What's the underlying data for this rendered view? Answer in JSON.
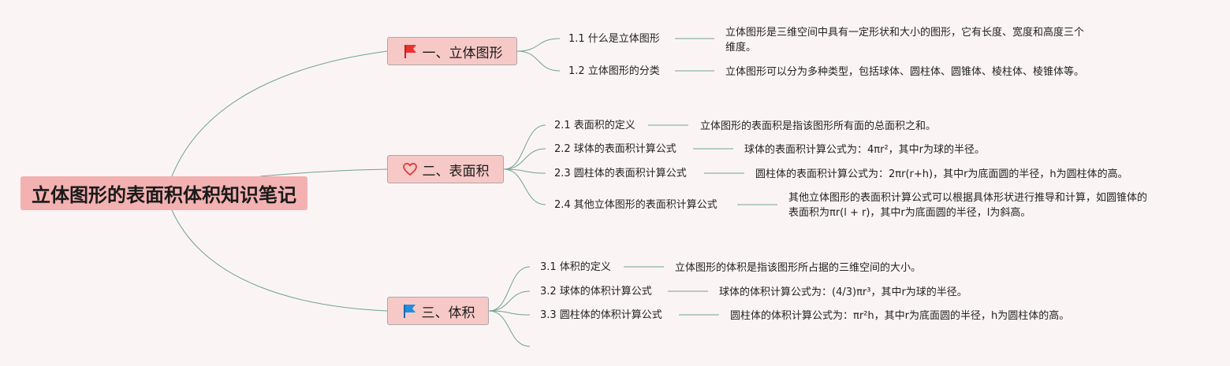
{
  "mindmap": {
    "root": {
      "title": "立体图形的表面积体积知识笔记"
    },
    "branches": [
      {
        "title": "一、立体图形",
        "icon": "red-flag-icon",
        "color": "#e8322e",
        "items": [
          {
            "topic": "1.1 什么是立体图形",
            "desc_lines": [
              "立体图形是三维空间中具有一定形状和大小的图形，它有长度、宽度和高度三个",
              "维度。"
            ]
          },
          {
            "topic": "1.2 立体图形的分类",
            "desc_lines": [
              "立体图形可以分为多种类型，包括球体、圆柱体、圆锥体、棱柱体、棱锥体等。"
            ]
          }
        ]
      },
      {
        "title": "二、表面积",
        "icon": "heart-icon",
        "color": "#e03b3b",
        "items": [
          {
            "topic": "2.1 表面积的定义",
            "desc_lines": [
              "立体图形的表面积是指该图形所有面的总面积之和。"
            ]
          },
          {
            "topic": "2.2 球体的表面积计算公式",
            "desc_lines": [
              "球体的表面积计算公式为：4πr²，其中r为球的半径。"
            ]
          },
          {
            "topic": "2.3 圆柱体的表面积计算公式",
            "desc_lines": [
              "圆柱体的表面积计算公式为：2πr(r+h)，其中r为底面圆的半径，h为圆柱体的高。"
            ]
          },
          {
            "topic": "2.4 其他立体图形的表面积计算公式",
            "desc_lines": [
              "其他立体图形的表面积计算公式可以根据具体形状进行推导和计算，如圆锥体的",
              "表面积为πr(l + r)，其中r为底面圆的半径，l为斜高。"
            ]
          }
        ]
      },
      {
        "title": "三、体积",
        "icon": "blue-flag-icon",
        "color": "#1e8fe0",
        "items": [
          {
            "topic": "3.1 体积的定义",
            "desc_lines": [
              "立体图形的体积是指该图形所占据的三维空间的大小。"
            ]
          },
          {
            "topic": "3.2 球体的体积计算公式",
            "desc_lines": [
              "球体的体积计算公式为：(4/3)πr³，其中r为球的半径。"
            ]
          },
          {
            "topic": "3.3 圆柱体的体积计算公式",
            "desc_lines": [
              "圆柱体的体积计算公式为：πr²h，其中r为底面圆的半径，h为圆柱体的高。"
            ]
          }
        ]
      }
    ],
    "line_color": "#6fa394"
  }
}
